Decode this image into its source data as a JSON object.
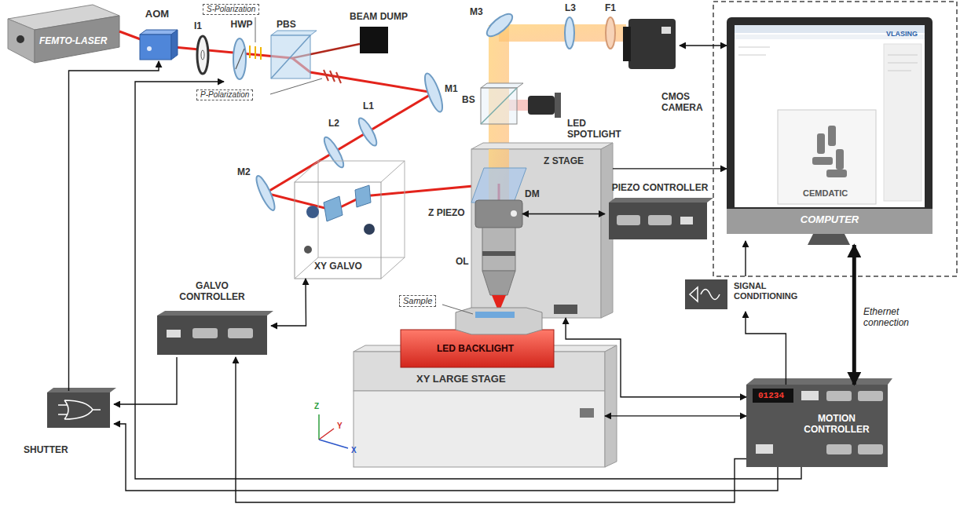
{
  "diagram": {
    "nodes": [
      {
        "text": [
          "FEMTO-LASER"
        ]
      },
      {
        "text": [
          "AOM"
        ]
      },
      {
        "text": [
          "HWP"
        ]
      },
      {
        "text": [
          "CMOS CAMERA"
        ]
      },
      {
        "text": [
          "COMPUTER"
        ]
      },
      {
        "text": [
          "XY GALVO"
        ]
      },
      {
        "text": [
          "Z STAGE"
        ]
      },
      {
        "text": [
          "Z PIEZO"
        ]
      },
      {
        "text": [
          "PIEZO CONTROLLER"
        ]
      },
      {
        "text": [
          "GALVO CONTROLLER"
        ]
      },
      {
        "text": [
          "SIGNAL CONDITIONING"
        ]
      },
      {
        "text": [
          "XY LARGE STAGE"
        ]
      },
      {
        "text": [
          "MOTION CONTROLLER"
        ]
      },
      {
        "text": [
          "SHUTTER"
        ]
      }
    ],
    "edges": [
      {
        "from": 3,
        "to": 4,
        "arrow": "both"
      },
      {
        "from": 6,
        "to": 4,
        "arrow": "to"
      },
      {
        "from": 4,
        "to": 12,
        "label": "Ethernet connection",
        "arrow": "both"
      },
      {
        "from": 7,
        "to": 8,
        "arrow": "both"
      },
      {
        "from": 10,
        "to": 8,
        "arrow": "to"
      },
      {
        "from": 12,
        "to": 10,
        "arrow": "to"
      },
      {
        "from": 12,
        "to": 6,
        "arrow": "both"
      },
      {
        "from": 12,
        "to": 11,
        "arrow": "both"
      },
      {
        "from": 12,
        "to": 9,
        "arrow": "to"
      },
      {
        "from": 9,
        "to": 5,
        "arrow": "both"
      },
      {
        "from": 9,
        "to": 13,
        "arrow": "to"
      },
      {
        "from": 13,
        "to": 1,
        "arrow": "to"
      },
      {
        "from": 12,
        "to": 13,
        "arrow": "to"
      },
      {
        "from": 12,
        "to": 2,
        "arrow": "to"
      }
    ],
    "labels": [
      "I1",
      "S-Polarization",
      "BEAM DUMP",
      "PBS",
      "P-Polarization",
      "M1",
      "L1",
      "L2",
      "M2",
      "M3",
      "L3",
      "F1",
      "BS",
      "LED SPOTLIGHT",
      "DM",
      "OL",
      "Sample",
      "LED BACKLIGHT",
      "CEMDATIC",
      "VLASING",
      "01234",
      "Z",
      "Y",
      "X"
    ]
  }
}
